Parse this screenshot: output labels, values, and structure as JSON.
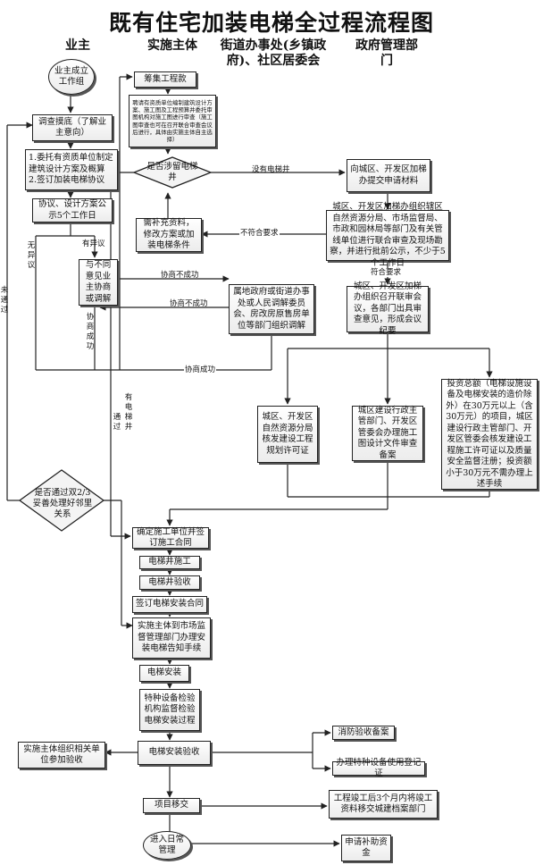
{
  "title": "既有住宅加装电梯全过程流程图",
  "columns": {
    "owner": "业主",
    "implementer": "实施主体",
    "street": "街道办事处(乡镇政府)、社区居委会",
    "gov": "政府管理部门"
  },
  "nodes": {
    "n1": "业主成立工作组",
    "n2": "调查摸底（了解业主意向）",
    "n3a": "1.委托有资质单位制定建筑设计方案及概算",
    "n3b": "2.签订加装电梯协议",
    "n4": "协议、设计方案公示5个工作日",
    "n5": "与不同意见业主协商或调解",
    "n6": "筹集工程款",
    "n7": "聘请有资质单位编制建筑设计方案、施工图及工程预算并委托审图机构对施工图进行审查（施工图审查也可在召开联合审查会议后进行，具体由实施主体自主选择）",
    "d1": "是否涉留电梯井",
    "n8": "向城区、开发区加梯办提交申请材料",
    "n9": "需补充资料，修改方案或加装电梯条件",
    "n10": "城区、开发区加梯办组织辖区自然资源分局、市场监督局、市政和园林局等部门及有关管线单位进行联合审查及现场勘察，并进行批前公示，不少于5个工作日",
    "n11": "属地政府或街道办事处或人民调解委员会、房改房原售房单位等部门组织调解",
    "n12": "城区、开发区加梯办组织召开联审会议，各部门出具审查意见，形成会议纪要",
    "n13": "城区、开发区自然资源分局核发建设工程规划许可证",
    "n14": "城区建设行政主管部门、开发区管委会办理施工图设计文件审查备案",
    "n15": "投资总额（电梯设施设备及电梯安装的造价除外）在30万元以上（含30万元）的项目，城区建设行政主管部门、开发区管委会核发建设工程施工许可证以及质量安全监督注册；投资额小于30万元不需办理上述手续",
    "d2": "是否通过双2/3妥善处理好邻里关系",
    "n16": "确定施工单位并签订施工合同",
    "n17": "电梯井施工",
    "n18": "电梯井验收",
    "n19": "签订电梯安装合同",
    "n20": "实施主体到市场监督管理部门办理安装电梯告知手续",
    "n21": "电梯安装",
    "n22": "特种设备检验机构监督检验电梯安装过程",
    "n23": "电梯安装验收",
    "n24": "实施主体组织相关单位参加验收",
    "n25": "消防验收备案",
    "n26": "办理特种设备使用登记证",
    "n27": "项目移交",
    "n28": "工程竣工后3个月内将竣工资料移交城建档案部门",
    "n29": "进入日常管理",
    "n30": "申请补助资金"
  },
  "labels": {
    "has_objection": "有异议",
    "no_objection": "无异议",
    "not_passed": "未通过",
    "negotiation_failed_1": "协商不成功",
    "negotiation_failed_2": "协商不成功",
    "negotiation_success_v": "协商成功",
    "negotiation_success_h": "协商成功",
    "no_shaft": "没有电梯井",
    "has_shaft": "有电梯井",
    "passed": "通过",
    "not_meet": "不符合要求",
    "meets": "符合要求"
  }
}
